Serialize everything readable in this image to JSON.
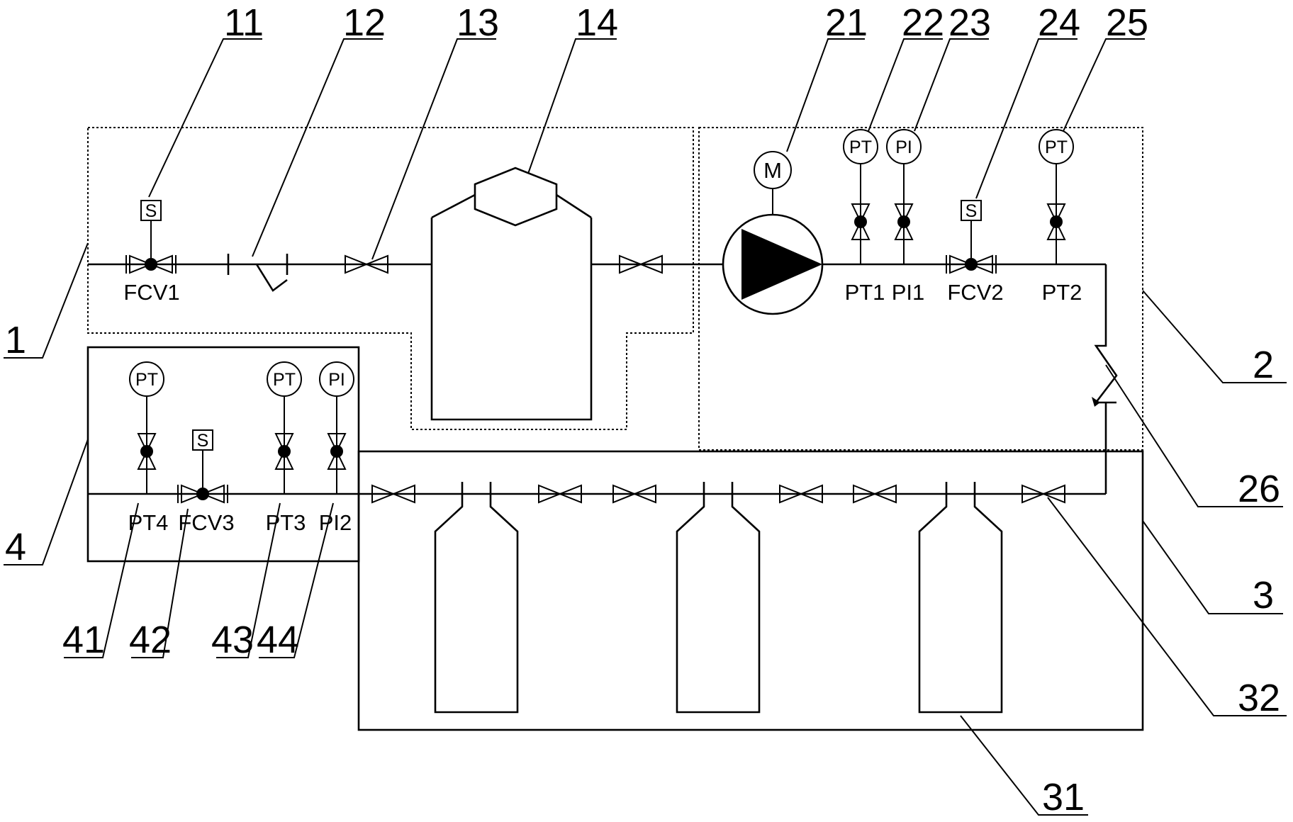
{
  "callouts": [
    "11",
    "12",
    "13",
    "14",
    "21",
    "22",
    "23",
    "24",
    "25",
    "1",
    "2",
    "26",
    "4",
    "3",
    "32",
    "41",
    "42",
    "43",
    "44",
    "31"
  ],
  "tags": [
    "FCV1",
    "PT1",
    "PI1",
    "FCV2",
    "PT2",
    "PT4",
    "FCV3",
    "PT3",
    "PI2"
  ],
  "instruments": {
    "pt": "PT",
    "pi": "PI",
    "solenoid": "S",
    "motor": "M"
  }
}
